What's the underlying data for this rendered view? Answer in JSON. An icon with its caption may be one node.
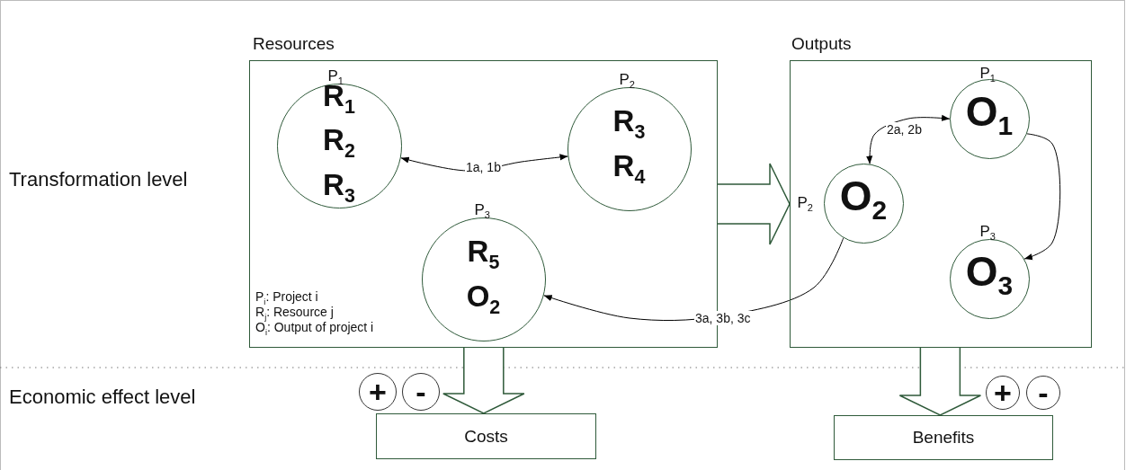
{
  "diagram": {
    "nodes": [
      {
        "text": [
          "Resources"
        ]
      },
      {
        "text": [
          "P$_{1}$",
          "R$_{1}$",
          "R$_{2}$",
          "R$_{3}$"
        ],
        "in": 0
      },
      {
        "text": [
          "P$_{2}$",
          "R$_{3}$",
          "R$_{4}$"
        ],
        "in": 0
      },
      {
        "text": [
          "P$_{3}$",
          "R$_{5}$",
          "O$_{2}$"
        ],
        "in": 0
      },
      {
        "text": [
          "Outputs"
        ]
      },
      {
        "text": [
          "P$_{1}$",
          "O$_{1}$"
        ],
        "in": 4
      },
      {
        "text": [
          "P$_{2}$",
          "O$_{2}$"
        ],
        "in": 4
      },
      {
        "text": [
          "P$_{3}$",
          "O$_{3}$"
        ],
        "in": 4
      },
      {
        "text": [
          "Costs"
        ]
      },
      {
        "text": [
          "Benefits"
        ]
      },
      {
        "text": [
          "+"
        ]
      },
      {
        "text": [
          "-"
        ]
      },
      {
        "text": [
          "+"
        ]
      },
      {
        "text": [
          "-"
        ]
      }
    ],
    "edges": [
      {
        "from": 0,
        "to": 4,
        "arrow": "to",
        "style": "thick"
      },
      {
        "from": 1,
        "to": 2,
        "arrow": "both",
        "label": "1a, 1b"
      },
      {
        "from": 6,
        "to": 5,
        "arrow": "both",
        "label": "2a, 2b"
      },
      {
        "from": 5,
        "to": 7,
        "arrow": "to"
      },
      {
        "from": 6,
        "to": 3,
        "arrow": "to",
        "label": "3a, 3b, 3c"
      },
      {
        "from": 0,
        "to": 8,
        "arrow": "to",
        "style": "thick"
      },
      {
        "from": 4,
        "to": 9,
        "arrow": "to",
        "style": "thick"
      }
    ],
    "labels": [
      "Transformation level",
      "P$_{i}$: Project i",
      "R$_{j}$: Resource j",
      "O$_{i}$: Output of project i",
      "Economic effect level"
    ]
  }
}
